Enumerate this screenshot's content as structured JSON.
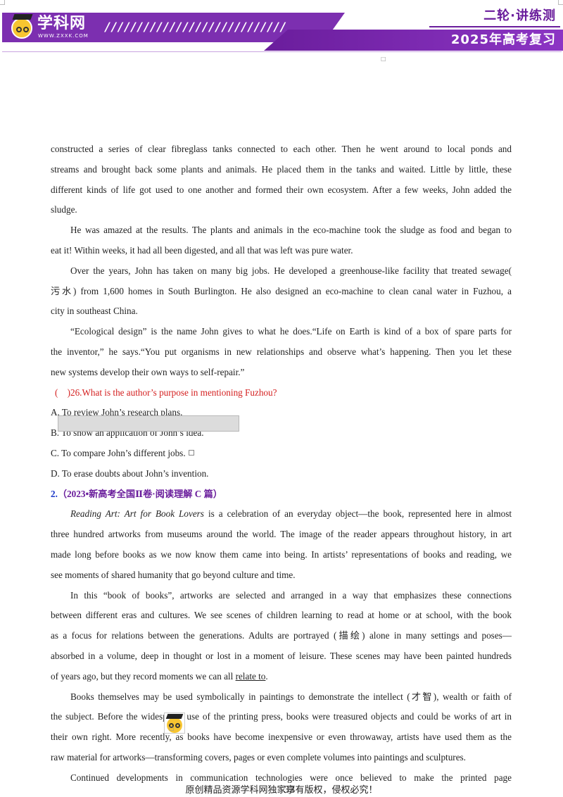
{
  "header": {
    "logo_text": "学科网",
    "logo_url": "WWW.ZXXK.COM",
    "stripes": "////////////////////////////",
    "series_title": "二轮·讲练测",
    "series_subtitle": "2025年高考复习"
  },
  "marks": {
    "top_mark": "□",
    "mascot_mark": "□"
  },
  "passage1": {
    "p1": [
      "constructed a series of clear fibreglass tanks connected to each other. Then he went around to local ponds and",
      "streams and brought back some plants and animals. He placed them in the tanks and waited. Little by little, these",
      "different kinds of life got used to one another and formed their own ecosystem. After a few weeks, John added the",
      "sludge."
    ],
    "p2": [
      "He was amazed at the results. The plants and animals in the eco-machine took the sludge as food and began to",
      "eat it! Within weeks, it had all been digested, and all that was left was pure water."
    ],
    "p3": [
      "Over the years, John has taken on many big jobs. He developed a greenhouse-like facility that treated sewage(",
      "污水) from 1,600 homes in South Burlington. He also designed an eco-machine to clean canal water in Fuzhou, a",
      "city in southeast China."
    ],
    "p4": [
      "“Ecological design” is the name John gives to what he does.“Life on Earth is kind of a box of spare parts for",
      "the inventor,” he says.“You put organisms in new relationships and observe what’s happening. Then you let these",
      "new systems develop their own ways to self-repair.”"
    ]
  },
  "question": {
    "stem": "(    )26.What is the author’s purpose in mentioning Fuzhou?",
    "options": [
      "A. To review John’s research plans.",
      "B. To show an application of John’s idea.",
      "C. To compare John’s different jobs.",
      "D. To erase doubts about John’s invention."
    ]
  },
  "section2": {
    "number": "2.",
    "source_open": "（",
    "year": "2023",
    "source_mid": "•新高考全国Ⅱ卷·阅读理解",
    "part": "C",
    "source_close": "篇）"
  },
  "passage2": {
    "p1_italic": "Reading Art: Art for Book Lovers",
    "p1_first_rest": " is a celebration of an everyday object—the book, represented here in almost",
    "p1": [
      "three hundred artworks from museums around the world. The image of the reader appears throughout history, in art",
      "made long before books as we now know them came into being. In artists’ representations of books and reading, we",
      "see moments of shared humanity that go beyond culture and time."
    ],
    "p2": [
      "In this “book of books”, artworks are selected and arranged in a way that emphasizes these connections",
      "between different eras and cultures. We see scenes of children learning to read at home or at school, with the book",
      "as a focus for relations between the generations. Adults are portrayed (描绘) alone in many settings and poses—",
      "absorbed in a volume, deep in thought or lost in a moment of leisure. These scenes may have been painted hundreds"
    ],
    "p2_last_a": "of years ago, but they record moments we can all ",
    "p2_last_ul": "relate to",
    "p2_last_b": ".",
    "p3": [
      "Books themselves may be used symbolically in paintings to demonstrate the intellect (才智), wealth or faith of",
      "the subject. Before the widespread use of the printing press, books were treasured objects and could be works of art in",
      "their own right. More recently, as books have become inexpensive or even throwaway, artists have used them as the",
      "raw material for artworks—transforming covers, pages or even complete volumes into paintings and sculptures."
    ],
    "p4": [
      "Continued developments in communication technologies were once believed to make the printed page"
    ]
  },
  "footer": {
    "text": "原创精品资源学科网独家享有版权，侵权必究！",
    "page": "33"
  }
}
